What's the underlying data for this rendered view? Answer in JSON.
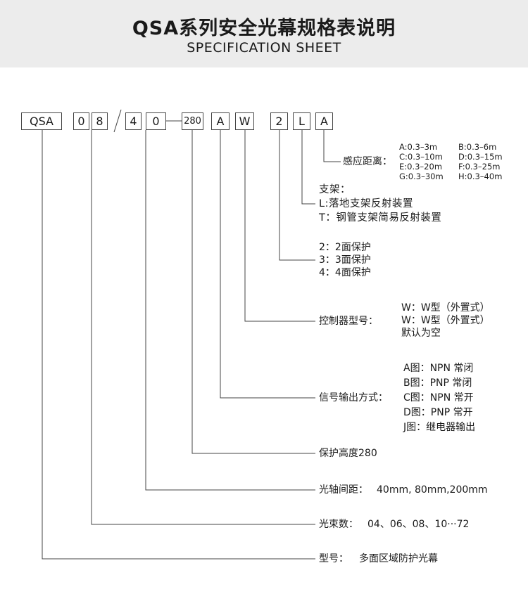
{
  "header": {
    "title": "QSA系列安全光幕规格表说明",
    "subtitle": "SPECIFICATION SHEET"
  },
  "code": {
    "series": "QSA",
    "beam_d1": "0",
    "beam_d2": "8",
    "pitch_d1": "4",
    "pitch_d2": "0",
    "height": "280",
    "output": "A",
    "controller": "W",
    "sides": "2",
    "bracket": "L",
    "range": "A"
  },
  "range": {
    "label": "感应距离：",
    "options": [
      "A:0.3–3m",
      "B:0.3–6m",
      "C:0.3–10m",
      "D:0.3–15m",
      "E:0.3–20m",
      "F:0.3–25m",
      "G:0.3–30m",
      "H:0.3–40m"
    ]
  },
  "bracket": {
    "label": "支架：",
    "options": [
      "L:落地支架反射装置",
      "T：钢管支架简易反射装置"
    ]
  },
  "sides": {
    "options": [
      "2：2面保护",
      "3：3面保护",
      "4：4面保护"
    ]
  },
  "controller": {
    "label": "控制器型号：",
    "options": [
      "W：W型（外置式）",
      "W：W型（外置式）",
      "默认为空"
    ]
  },
  "output": {
    "label": "信号输出方式：",
    "options": [
      "A图：NPN 常闭",
      "B图：PNP 常闭",
      "C图：NPN 常开",
      "D图：PNP 常开",
      "J图：继电器输出"
    ]
  },
  "height": {
    "text": "保护高度280"
  },
  "pitch": {
    "label": "光轴间距：",
    "value": "40mm, 80mm,200mm"
  },
  "beams": {
    "label": "光束数：",
    "value": "04、06、08、10···72"
  },
  "model": {
    "label": "型号：",
    "value": "多面区域防护光幕"
  }
}
